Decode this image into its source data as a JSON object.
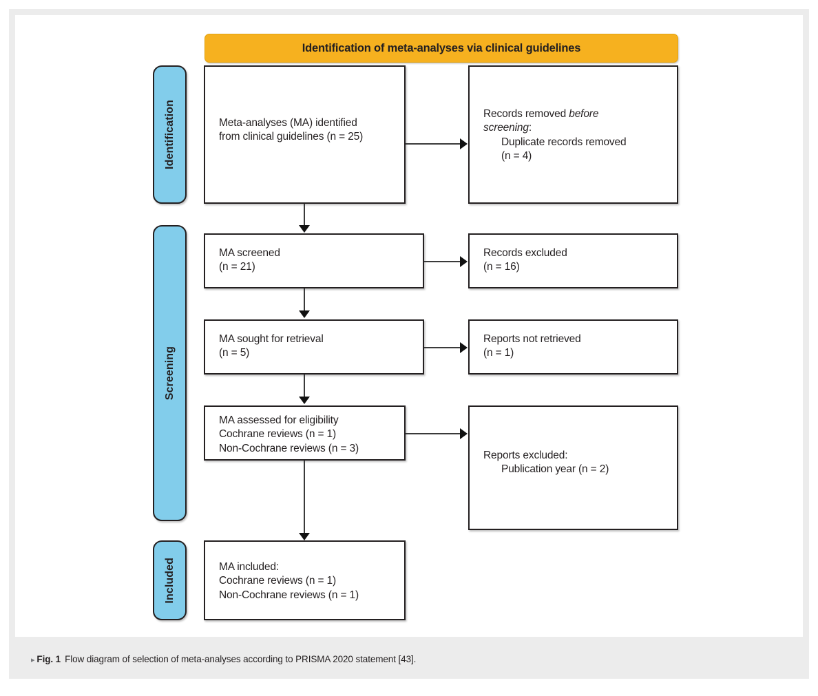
{
  "figure": {
    "header_banner": "Identification of meta-analyses via clinical guidelines",
    "caption_marker": "▸",
    "caption_label": "Fig. 1",
    "caption_text": "Flow diagram of selection of meta-analyses according to PRISMA 2020 statement [43]."
  },
  "colors": {
    "header_orange": "#f6b11f",
    "rail_blue": "#82cdeb",
    "box_border": "#231f20",
    "frame_grey": "#ececec",
    "text": "#231f20"
  },
  "rails": [
    {
      "label": "Identification"
    },
    {
      "label": "Screening"
    },
    {
      "label": "Included"
    }
  ],
  "boxes": {
    "identified": {
      "line1": "Meta-analyses (MA) identified",
      "line2": "from clinical guidelines (n = 25)"
    },
    "removed": {
      "line1": "Records removed ",
      "line1_em": "before",
      "line2_em": "screening",
      "line2_tail": ":",
      "line3": "Duplicate records removed",
      "line4": "(n = 4)"
    },
    "screened": {
      "line1": "MA screened",
      "line2": "(n = 21)"
    },
    "excluded_records": {
      "line1": "Records excluded",
      "line2": "(n = 16)"
    },
    "sought": {
      "line1": "MA sought for retrieval",
      "line2": "(n = 5)"
    },
    "not_retrieved": {
      "line1": "Reports not retrieved",
      "line2": "(n = 1)"
    },
    "eligibility": {
      "line1": "MA assessed for eligibility",
      "line2": "Cochrane reviews (n = 1)",
      "line3": "Non-Cochrane reviews (n = 3)"
    },
    "excluded_reports": {
      "line1": "Reports excluded:",
      "line2": "Publication year (n = 2)"
    },
    "included": {
      "line1": "MA included:",
      "line2": "Cochrane reviews (n = 1)",
      "line3": "Non-Cochrane reviews (n = 1)"
    }
  },
  "chart_data": {
    "type": "diagram",
    "title": "PRISMA 2020 flow diagram of selection of meta-analyses",
    "stages": [
      "Identification",
      "Screening",
      "Included"
    ],
    "nodes": [
      {
        "id": "identified",
        "stage": "Identification",
        "column": "left",
        "label": "Meta-analyses (MA) identified from clinical guidelines",
        "n": 25
      },
      {
        "id": "removed",
        "stage": "Identification",
        "column": "right",
        "label": "Records removed before screening: Duplicate records removed",
        "n": 4
      },
      {
        "id": "screened",
        "stage": "Screening",
        "column": "left",
        "label": "MA screened",
        "n": 21
      },
      {
        "id": "excluded_records",
        "stage": "Screening",
        "column": "right",
        "label": "Records excluded",
        "n": 16
      },
      {
        "id": "sought",
        "stage": "Screening",
        "column": "left",
        "label": "MA sought for retrieval",
        "n": 5
      },
      {
        "id": "not_retrieved",
        "stage": "Screening",
        "column": "right",
        "label": "Reports not retrieved",
        "n": 1
      },
      {
        "id": "eligibility",
        "stage": "Screening",
        "column": "left",
        "label": "MA assessed for eligibility",
        "n_cochrane": 1,
        "n_non_cochrane": 3
      },
      {
        "id": "excluded_reports",
        "stage": "Screening",
        "column": "right",
        "label": "Reports excluded: Publication year",
        "n": 2
      },
      {
        "id": "included",
        "stage": "Included",
        "column": "left",
        "label": "MA included",
        "n_cochrane": 1,
        "n_non_cochrane": 1
      }
    ],
    "edges": [
      {
        "from": "identified",
        "to": "removed",
        "direction": "horizontal"
      },
      {
        "from": "identified",
        "to": "screened",
        "direction": "vertical"
      },
      {
        "from": "screened",
        "to": "excluded_records",
        "direction": "horizontal"
      },
      {
        "from": "screened",
        "to": "sought",
        "direction": "vertical"
      },
      {
        "from": "sought",
        "to": "not_retrieved",
        "direction": "horizontal"
      },
      {
        "from": "sought",
        "to": "eligibility",
        "direction": "vertical"
      },
      {
        "from": "eligibility",
        "to": "excluded_reports",
        "direction": "horizontal"
      },
      {
        "from": "eligibility",
        "to": "included",
        "direction": "vertical"
      }
    ]
  }
}
